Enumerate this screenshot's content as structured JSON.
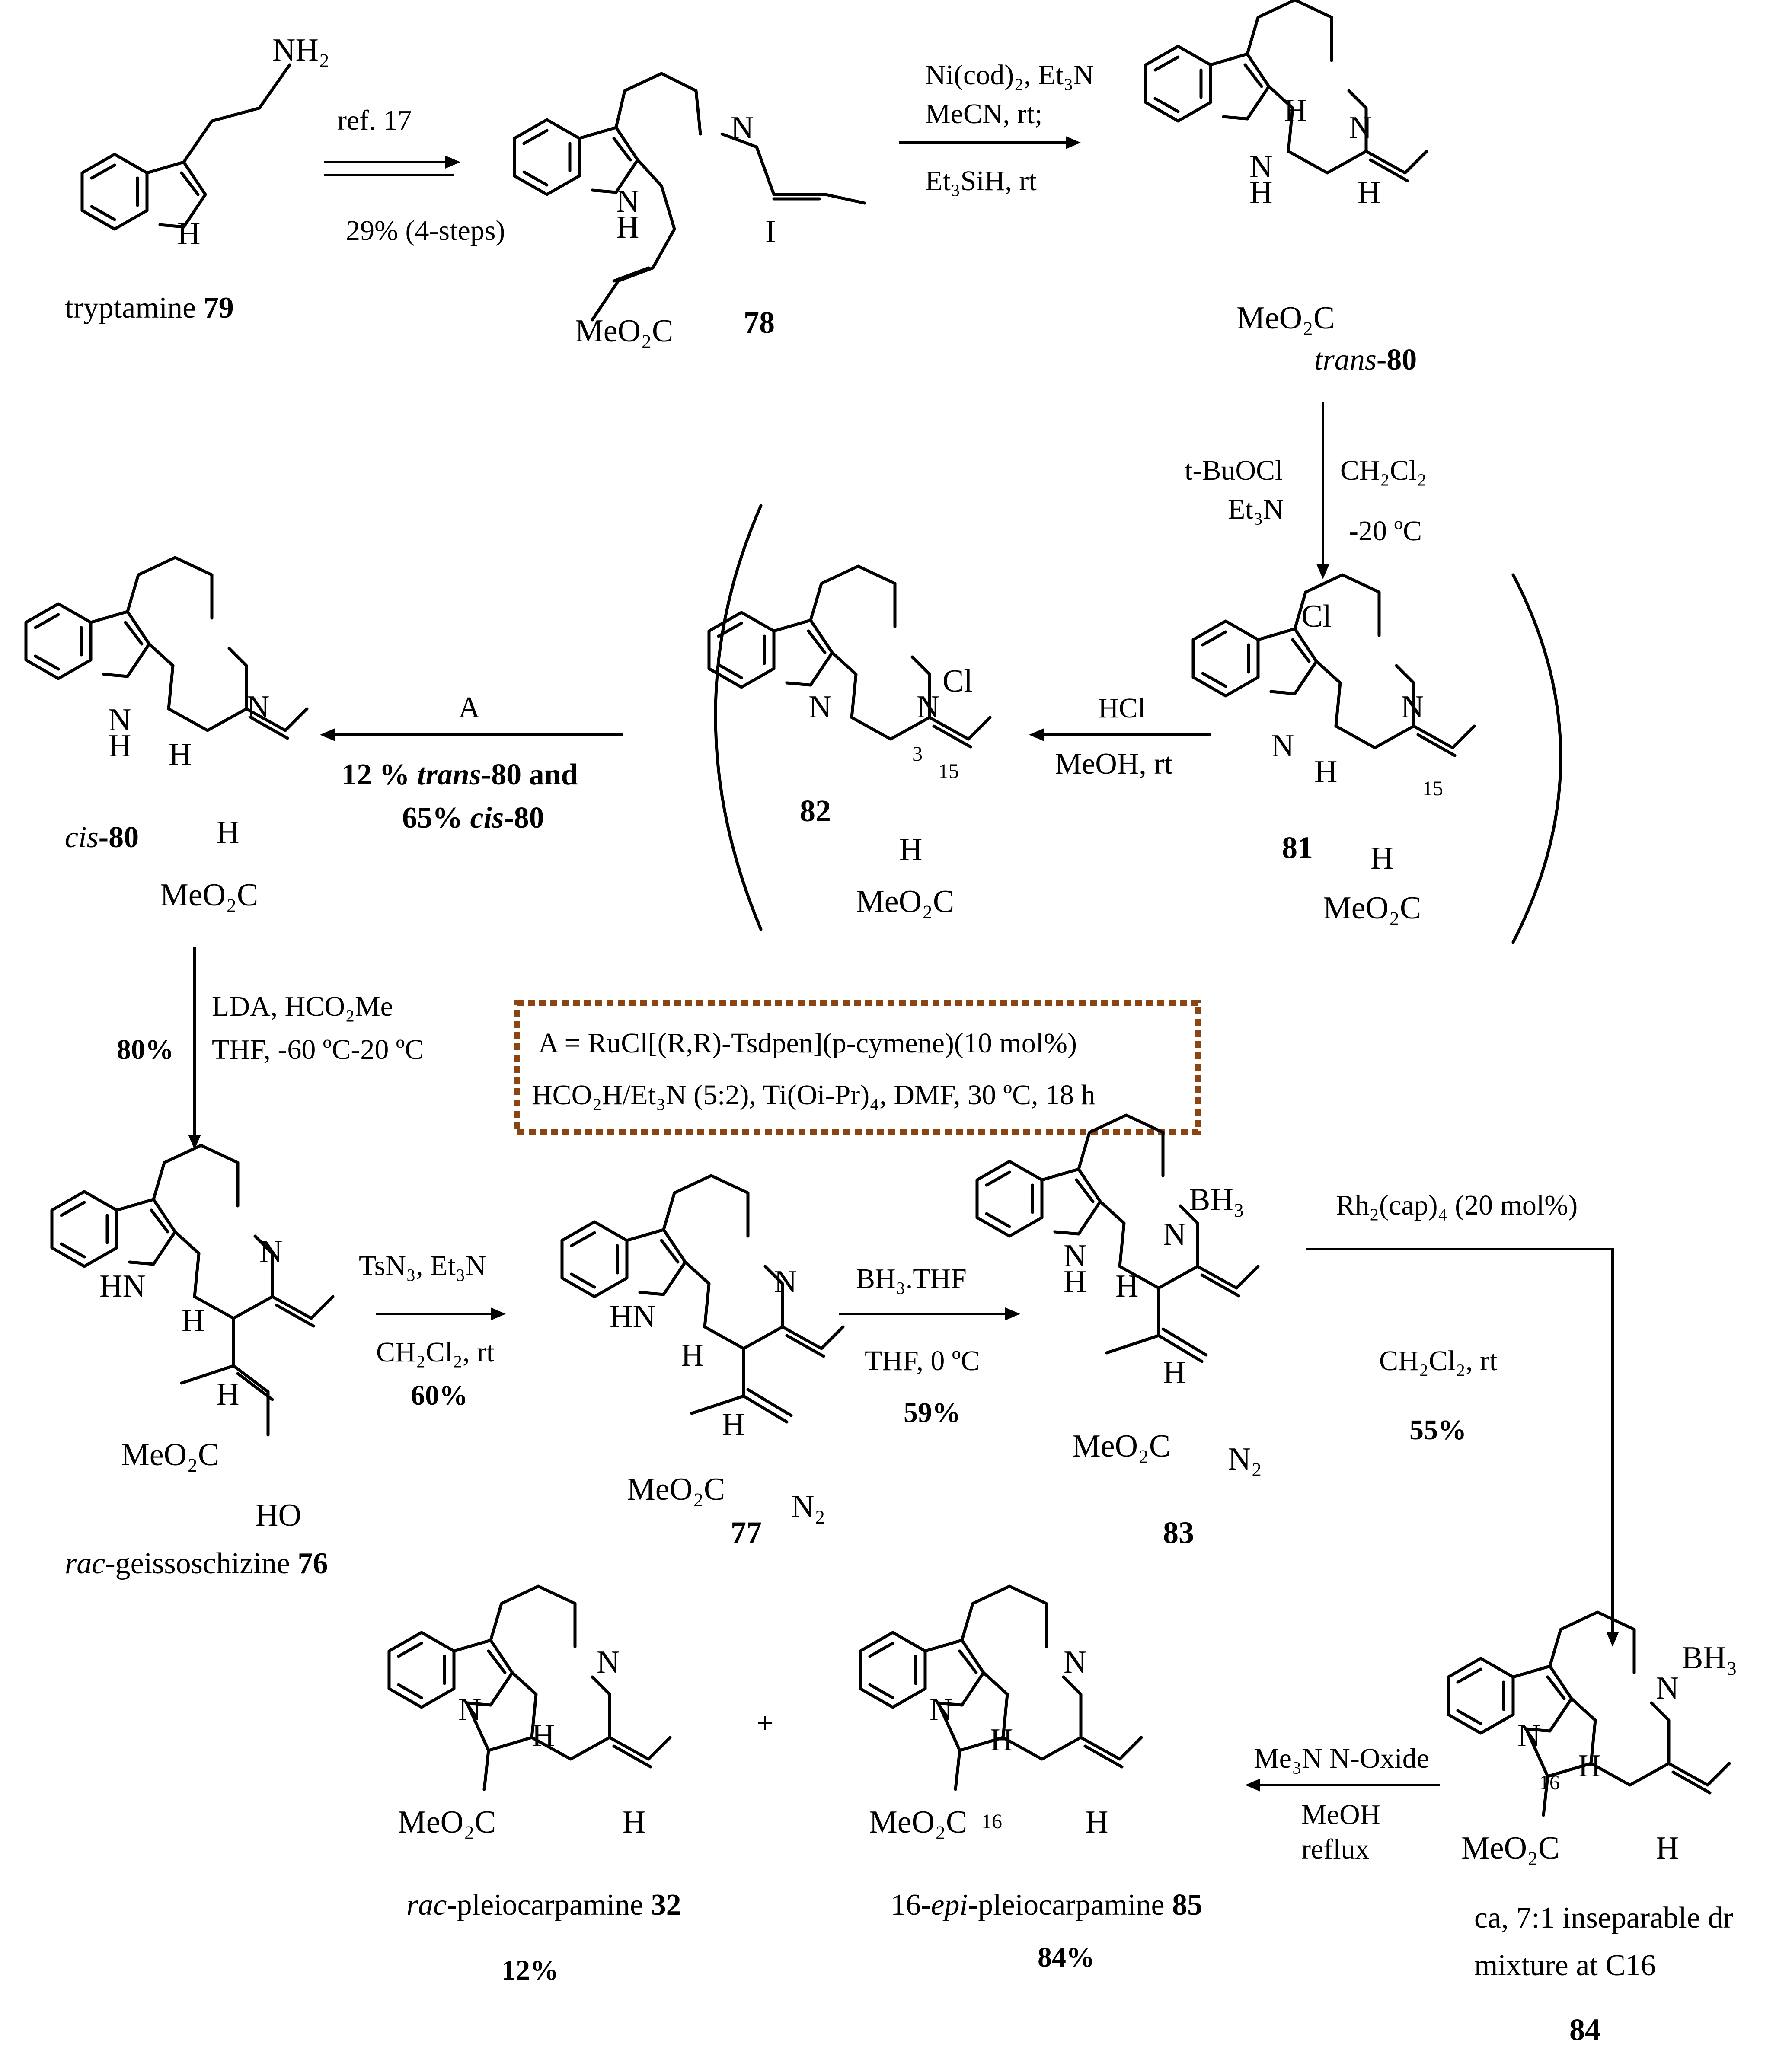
{
  "row1": {
    "tryptamine_label": "tryptamine ",
    "tryptamine_num": "79",
    "step1_top": "ref. 17",
    "step1_bottom": "29% (4-steps)",
    "cmpd78": "78",
    "step2_line1": "Ni(cod)₂, Et₃N",
    "step2_line2": "MeCN, rt;",
    "step2_line3": "Et₃SiH, rt",
    "trans80_italic": "trans",
    "trans80_num": "-80"
  },
  "vertical_step": {
    "reagent1": "t-BuOCl",
    "reagent2": "Et₃N",
    "solvent": "CH₂Cl₂",
    "temp": "-20 ºC"
  },
  "row2": {
    "cmpd81": "81",
    "cmpd82": "82",
    "hcl": "HCl",
    "meoh": "MeOH, rt",
    "A": "A",
    "yield1_pre": "12 % ",
    "yield1_italic": "trans",
    "yield1_post": "-80 and",
    "yield2_pre": "65% ",
    "yield2_italic": "cis",
    "yield2_post": "-80",
    "cis80_italic": "cis",
    "cis80_num": "-80",
    "pos3": "3",
    "pos15": "15"
  },
  "formylation": {
    "yield": "80%",
    "line1": "LDA, HCO₂Me",
    "line2": "THF, -60 ºC-20 ºC"
  },
  "box": {
    "line1": "A =  RuCl[(R,R)-Tsdpen](p-cymene)(10 mol%)",
    "line2": "HCO₂H/Et₃N (5:2), Ti(Oi-Pr)₄, DMF, 30 ºC, 18 h"
  },
  "row3": {
    "cmpd76_pre": "rac",
    "cmpd76_name": "-geissoschizine ",
    "cmpd76_num": "76",
    "step_a_line1": "TsN₃, Et₃N",
    "step_a_line2": "CH₂Cl₂, rt",
    "step_a_yield": "60%",
    "cmpd77": "77",
    "step_b_line1": "BH₃.THF",
    "step_b_line2": "THF, 0 ºC",
    "step_b_yield": "59%",
    "cmpd83": "83",
    "step_c_line1": "Rh₂(cap)₄ (20 mol%)",
    "step_c_line2": "CH₂Cl₂, rt",
    "step_c_yield": "55%"
  },
  "row4": {
    "cmpd32_pre": "rac",
    "cmpd32_name": "-pleiocarpamine ",
    "cmpd32_num": "32",
    "cmpd32_yield": "12%",
    "plus": "+",
    "cmpd85_pre": "16-",
    "cmpd85_italic": "epi",
    "cmpd85_name": "-pleiocarpamine ",
    "cmpd85_num": "85",
    "cmpd85_yield": "84%",
    "step_d_line1": "Me₃N N-Oxide",
    "step_d_line2": "MeOH",
    "step_d_line3": "reflux",
    "cmpd84_note1": "ca, 7:1 inseparable dr",
    "cmpd84_note2": "mixture at C16",
    "cmpd84": "84",
    "pos16": "16"
  },
  "atoms": {
    "NH2": "NH₂",
    "N": "N",
    "H": "H",
    "HN": "HN",
    "I": "I",
    "Cl": "Cl",
    "MeO2C": "MeO₂C",
    "HO": "HO",
    "N2": "N₂",
    "BH3": "BH₃"
  }
}
